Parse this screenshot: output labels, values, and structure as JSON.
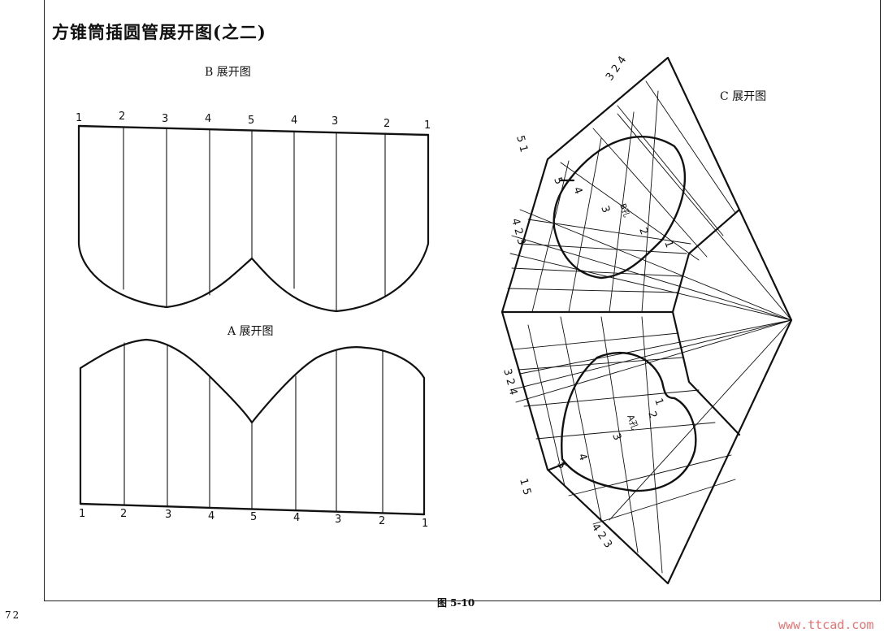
{
  "title": "方锥筒插圆管展开图(之二)",
  "labels": {
    "b_pattern": "B 展开图",
    "a_pattern": "A 展开图",
    "c_pattern": "C 展开图",
    "b_hole": "B孔",
    "a_hole": "A孔"
  },
  "caption": "图 5-10",
  "page_number": "72",
  "watermark": "www.ttcad.com",
  "b_top_numbers": [
    "1",
    "2",
    "3",
    "4",
    "5",
    "4",
    "3",
    "2",
    "1"
  ],
  "a_bottom_numbers": [
    "1",
    "2",
    "3",
    "4",
    "5",
    "4",
    "3",
    "2",
    "1"
  ],
  "c_left_upper": {
    "top_group": "3 2 4",
    "corner": "5 1",
    "side_group": "4 2 3",
    "inner": [
      "5",
      "4",
      "3",
      "2",
      "1"
    ]
  },
  "c_left_lower": {
    "side_group": "3 2 4",
    "corner": "1 5",
    "bottom_group": "4 2 3",
    "inner": [
      "5",
      "4",
      "3",
      "2",
      "1"
    ]
  }
}
